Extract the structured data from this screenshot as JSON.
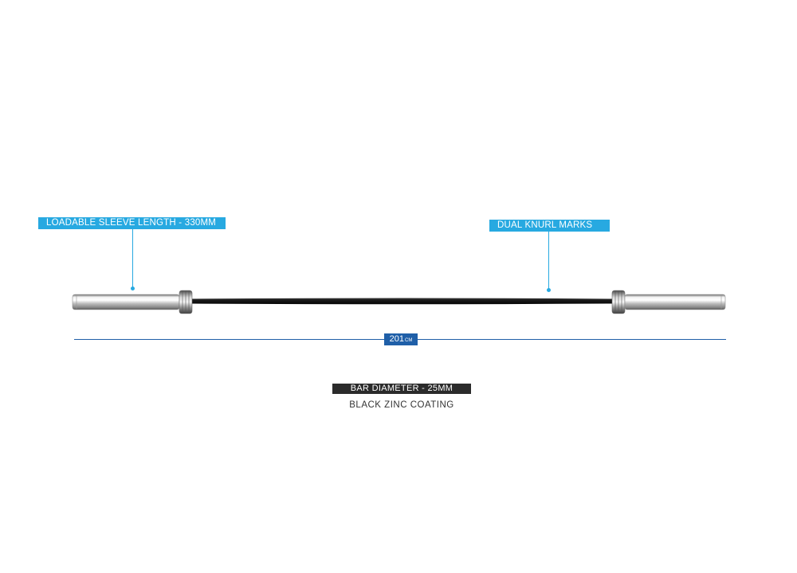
{
  "callouts": {
    "sleeve": "LOADABLE SLEEVE LENGTH - 330MM",
    "knurl": "DUAL KNURL MARKS"
  },
  "dimension": {
    "value": "201",
    "unit": "CM"
  },
  "specs": {
    "diameter": "BAR DIAMETER - 25MM",
    "coating": "BLACK ZINC COATING"
  },
  "colors": {
    "accent_blue": "#27a9e1",
    "dimension_blue": "#1f5fa8",
    "dark_badge": "#2b2b2b",
    "shaft": "#141414",
    "sleeve_chrome": "#c9c9c9"
  }
}
